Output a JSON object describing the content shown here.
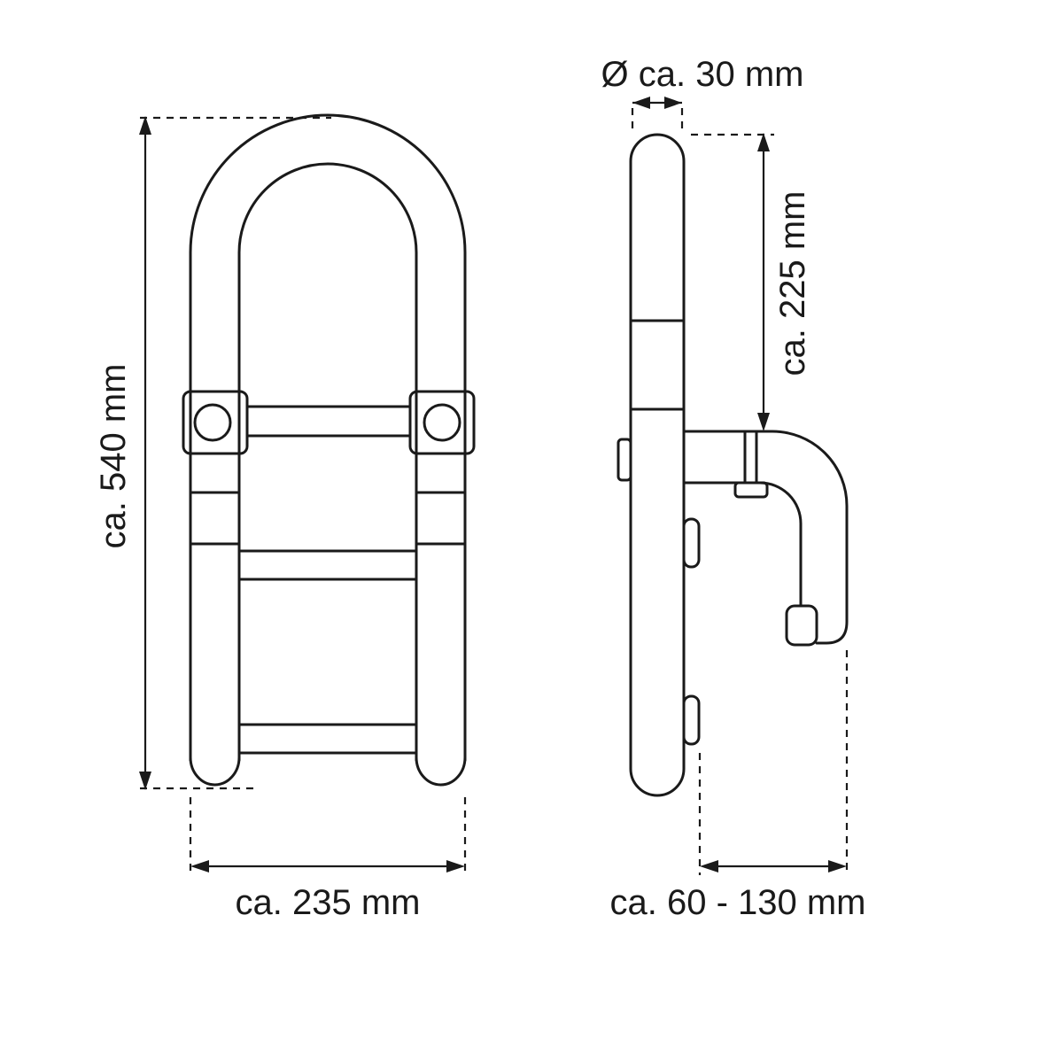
{
  "diagram": {
    "type": "technical-dimension-drawing",
    "subject": "foldable grab rail with clamp mount, front and side views",
    "colors": {
      "line": "#1a1a1a",
      "background": "#ffffff"
    },
    "views": {
      "front": {
        "height_label": "ca. 540 mm",
        "width_label": "ca. 235 mm"
      },
      "side": {
        "diameter_label": "Ø ca. 30 mm",
        "upper_height_label": "ca. 225 mm",
        "clamp_range_label": "ca. 60 - 130 mm"
      }
    }
  }
}
